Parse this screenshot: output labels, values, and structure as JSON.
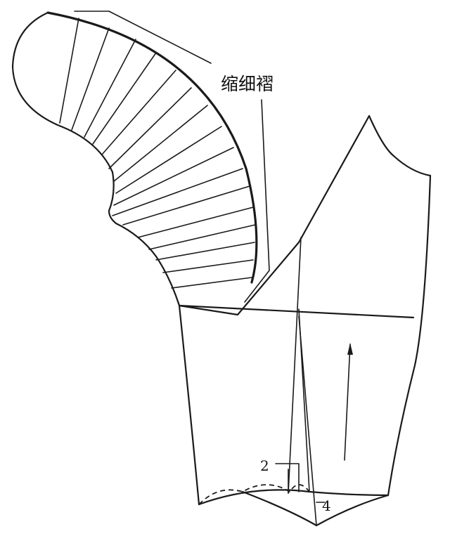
{
  "labels": {
    "pleat_annotation": "缩细褶",
    "measure_2": "2",
    "measure_4": "4"
  },
  "colors": {
    "line": "#1a1a1a",
    "background": "#ffffff"
  }
}
